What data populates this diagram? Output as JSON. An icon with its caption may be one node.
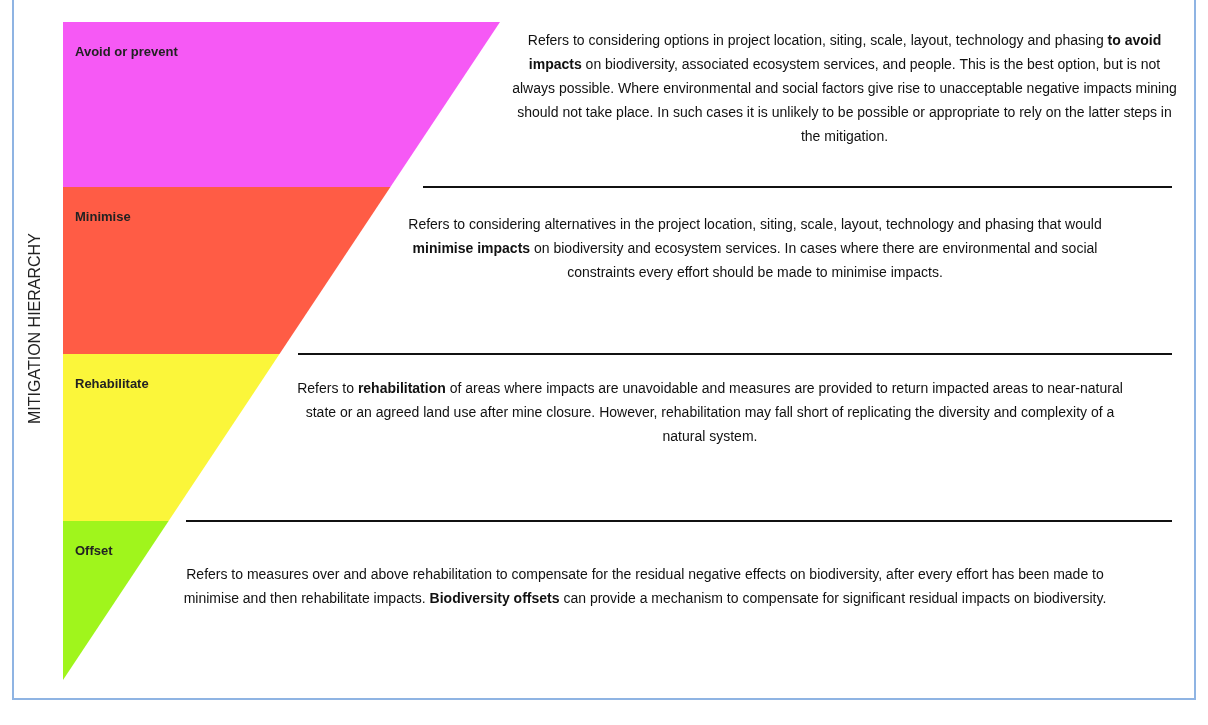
{
  "diagram": {
    "nodes": [
      {
        "text": [
          "Avoid or prevent"
        ],
        "beside": [
          "Refers to considering options in project location, siting, scale, layout, technology and phasing **to avoid impacts** on biodiversity, associated ecosystem services, and people. This is the best option, but is not always possible. Where environmental and social factors give rise to unacceptable negative impacts mining should not take place. In such cases it is unlikely to be possible or appropriate to rely on the latter steps in the mitigation."
        ]
      },
      {
        "text": [
          "Minimise"
        ],
        "beside": [
          "Refers to considering alternatives in the project location, siting, scale, layout, technology and phasing that would **minimise impacts** on biodiversity and ecosystem services. In cases where there are environmental and social constraints every effort should be made to minimise impacts."
        ]
      },
      {
        "text": [
          "Rehabilitate"
        ],
        "beside": [
          "Refers to **rehabilitation** of areas where impacts are unavoidable and measures are provided to return impacted areas to near-natural state or an agreed land use after mine closure. However, rehabilitation may fall short of replicating the diversity and complexity of a natural system."
        ]
      },
      {
        "text": [
          "Offset"
        ],
        "beside": [
          "Refers to measures over and above rehabilitation to compensate for the residual negative effects on biodiversity, after every effort has been made to minimise and then rehabilitate impacts. **Biodiversity offsets** can provide a mechanism to compensate for significant residual impacts on biodiversity."
        ]
      }
    ],
    "edges": [],
    "labels": [
      "MITIGATION HIERARCHY"
    ]
  }
}
